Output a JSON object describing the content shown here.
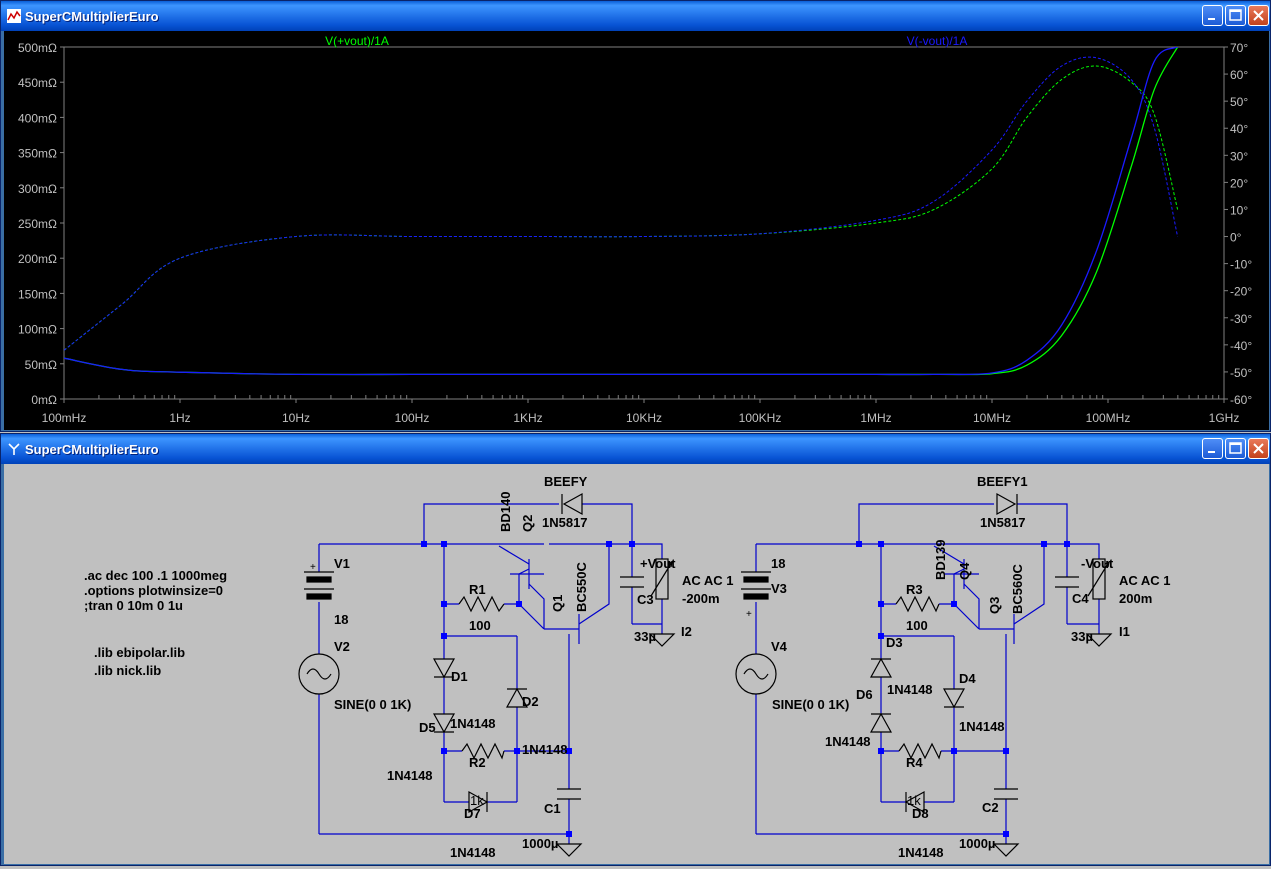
{
  "plot_window": {
    "title": "SuperCMultiplierEuro"
  },
  "schematic_window": {
    "title": "SuperCMultiplierEuro"
  },
  "colors": {
    "trace_plus": "#00ff00",
    "trace_minus": "#1a1aff",
    "schematic_wire": "#0000cc",
    "node": "#0000ff",
    "plot_bg": "#000000",
    "axis_text": "#c0c0c0"
  },
  "chart_data": {
    "type": "line",
    "x_scale": "log",
    "x_ticks": [
      "100mHz",
      "1Hz",
      "10Hz",
      "100Hz",
      "1KHz",
      "10KHz",
      "100KHz",
      "1MHz",
      "10MHz",
      "100MHz",
      "1GHz"
    ],
    "x_range": [
      "100mHz",
      "1GHz"
    ],
    "y_left_ticks": [
      "0mΩ",
      "50mΩ",
      "100mΩ",
      "150mΩ",
      "200mΩ",
      "250mΩ",
      "300mΩ",
      "350mΩ",
      "400mΩ",
      "450mΩ",
      "500mΩ"
    ],
    "y_left_range": [
      0,
      500
    ],
    "y_left_unit": "mΩ",
    "y_right_ticks": [
      "-60°",
      "-50°",
      "-40°",
      "-30°",
      "-20°",
      "-10°",
      "0°",
      "10°",
      "20°",
      "30°",
      "40°",
      "50°",
      "60°",
      "70°"
    ],
    "y_right_range": [
      -60,
      70
    ],
    "series": [
      {
        "name": "V(+vout)/1A",
        "color": "#00ff00",
        "log10_freq": [
          -1,
          -0.5,
          0,
          1,
          2,
          3,
          4,
          5,
          6,
          6.5,
          7,
          7.3,
          7.6,
          7.9,
          8.2,
          8.4,
          8.6
        ],
        "magnitude_mohm": [
          58,
          42,
          38,
          35,
          35,
          35,
          35,
          35,
          35,
          35,
          36,
          48,
          90,
          180,
          330,
          440,
          500
        ],
        "phase_deg": [
          -42,
          -25,
          -8,
          0,
          0,
          0,
          0,
          1,
          5,
          10,
          25,
          44,
          58,
          63,
          57,
          45,
          10
        ]
      },
      {
        "name": "V(-vout)/1A",
        "color": "#1a1aff",
        "log10_freq": [
          -1,
          -0.5,
          0,
          1,
          2,
          3,
          4,
          5,
          6,
          6.5,
          7,
          7.3,
          7.6,
          7.9,
          8.2,
          8.4,
          8.6
        ],
        "magnitude_mohm": [
          58,
          42,
          38,
          35,
          35,
          35,
          35,
          35,
          35,
          35,
          37,
          55,
          105,
          210,
          370,
          480,
          500
        ],
        "phase_deg": [
          -42,
          -25,
          -8,
          0,
          0,
          0,
          0,
          1,
          6,
          13,
          32,
          50,
          63,
          66,
          58,
          40,
          0
        ]
      }
    ]
  },
  "schematic": {
    "directives": [
      ".ac dec 100 .1 1000meg",
      ".options plotwinsize=0",
      ";tran 0 10m 0 1u"
    ],
    "libs": [
      ".lib ebipolar.lib",
      ".lib nick.lib"
    ],
    "left": {
      "V1": "V1",
      "V1_val": "18",
      "V2": "V2",
      "V2_val": "SINE(0 0 1K)",
      "BEEFY": "BEEFY",
      "beefy_diode": "1N5817",
      "Q2": "Q2",
      "Q2_model": "BD140",
      "Q1": "Q1",
      "Q1_model": "BC550C",
      "R1": "R1",
      "R1_val": "100",
      "R2": "R2",
      "R2_val": "1k",
      "D1": "D1",
      "D1_val": "1N4148",
      "D2": "D2",
      "D2_val": "1N4148",
      "D5": "D5",
      "D5_val": "1N4148",
      "D7": "D7",
      "D7_val": "1N4148",
      "C1": "C1",
      "C1_val": "1000µ",
      "C3": "C3",
      "C3_val": "33µ",
      "I2": "I2",
      "I2_val1": "AC AC 1",
      "I2_val2": "-200m",
      "net": "+Vout"
    },
    "right": {
      "V3": "V3",
      "V3_val": "18",
      "V4": "V4",
      "V4_val": "SINE(0 0 1K)",
      "BEEFY": "BEEFY1",
      "beefy_diode": "1N5817",
      "Q4": "Q4",
      "Q4_model": "BD139",
      "Q3": "Q3",
      "Q3_model": "BC560C",
      "R3": "R3",
      "R3_val": "100",
      "R4": "R4",
      "R4_val": "1k",
      "D3": "D3",
      "D3_val": "1N4148",
      "D4": "D4",
      "D4_val": "1N4148",
      "D6": "D6",
      "D6_val": "1N4148",
      "D8": "D8",
      "D8_val": "1N4148",
      "C2": "C2",
      "C2_val": "1000µ",
      "C4": "C4",
      "C4_val": "33µ",
      "I1": "I1",
      "I1_val1": "AC AC 1",
      "I1_val2": "200m",
      "net": "-Vout"
    },
    "plus_sign": "+"
  }
}
